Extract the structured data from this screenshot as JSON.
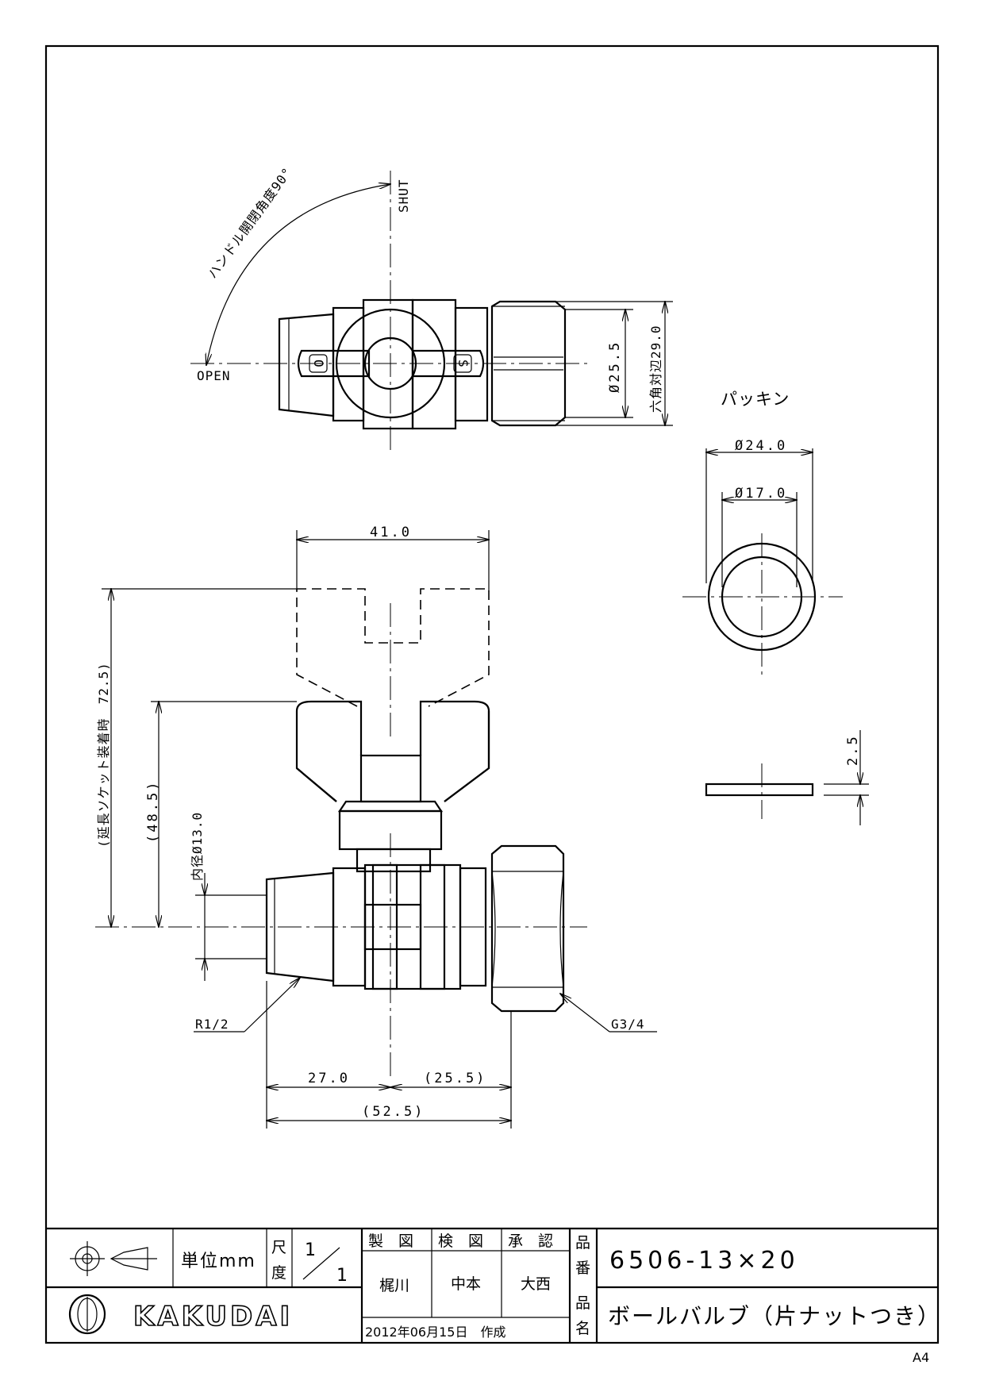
{
  "top_view": {
    "shut_label": "SHUT",
    "open_label": "OPEN",
    "handle_angle_label": "ハンドル開閉角度90°",
    "handle_mark_o": "O",
    "handle_mark_s": "S",
    "dim_nut_dia": "Ø25.5",
    "dim_hex": "六角対辺29.0"
  },
  "packing": {
    "title": "パッキン",
    "outer_dia": "Ø24.0",
    "inner_dia": "Ø17.0",
    "thickness": "2.5"
  },
  "front_view": {
    "handle_width": "41.0",
    "extension_height": "(延長ソケット装着時　72.5)",
    "height": "(48.5)",
    "bore": "内径Ø13.0",
    "thread_left": "R1/2",
    "thread_right": "G3/4",
    "len_left": "27.0",
    "len_right": "(25.5)",
    "len_total": "(52.5)"
  },
  "title_block": {
    "unit": "単位mm",
    "scale_label_1": "尺",
    "scale_label_2": "度",
    "scale_num": "1",
    "scale_den": "1",
    "drawn_label": "製　図",
    "checked_label": "検　図",
    "approved_label": "承　認",
    "drawn_by": "梶川",
    "checked_by": "中本",
    "approved_by": "大西",
    "date_created": "2012年06月15日　作成",
    "part_no_label_1": "品",
    "part_no_label_2": "番",
    "part_no": "6506-13×20",
    "part_name_label_1": "品",
    "part_name_label_2": "名",
    "part_name": "ボールバルブ（片ナットつき）",
    "logo_text": "KAKUDAI"
  },
  "sheet_size": "A4"
}
